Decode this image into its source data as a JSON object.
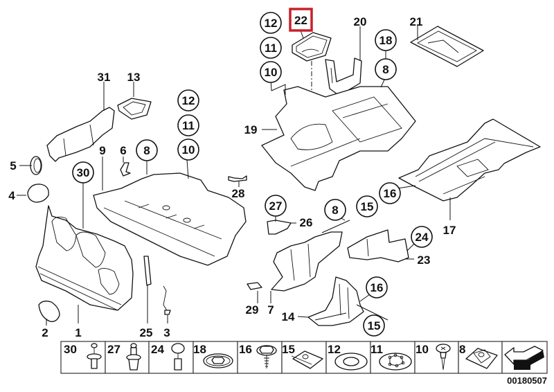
{
  "diagram": {
    "title": "Underbody shielding / air ducts exploded parts diagram",
    "highlight_color": "#c8202a",
    "highlighted_part": "22",
    "reference_number": "00180507",
    "callouts": {
      "c22": "22",
      "c20": "20",
      "c21": "21",
      "c12a": "12",
      "c11a": "11",
      "c10a": "10",
      "c18": "18",
      "c8a": "8",
      "c31": "31",
      "c13": "13",
      "c12b": "12",
      "c11b": "11",
      "c10b": "10",
      "c19": "19",
      "c5": "5",
      "c4": "4",
      "c9": "9",
      "c6": "6",
      "c8b": "8",
      "c30": "30",
      "c28": "28",
      "c27": "27",
      "c26": "26",
      "c8c": "8",
      "c15a": "15",
      "c16a": "16",
      "c17": "17",
      "c24": "24",
      "c23": "23",
      "c29": "29",
      "c7": "7",
      "c16b": "16",
      "c14": "14",
      "c15b": "15",
      "c2": "2",
      "c1": "1",
      "c25": "25",
      "c3": "3"
    },
    "legend": [
      {
        "number": "30",
        "icon": "push-rivet-icon"
      },
      {
        "number": "27",
        "icon": "expanding-rivet-icon"
      },
      {
        "number": "24",
        "icon": "plastic-rivet-icon"
      },
      {
        "number": "18",
        "icon": "collar-nut-with-washer-icon"
      },
      {
        "number": "16",
        "icon": "hex-screw-with-washer-icon"
      },
      {
        "number": "15",
        "icon": "clip-nut-icon"
      },
      {
        "number": "12",
        "icon": "flat-washer-icon"
      },
      {
        "number": "11",
        "icon": "lock-washer-icon"
      },
      {
        "number": "10",
        "icon": "oval-head-screw-icon"
      },
      {
        "number": "8",
        "icon": "spring-nut-icon"
      },
      {
        "number": "",
        "icon": "vehicle-front-direction-arrow-icon"
      }
    ]
  }
}
